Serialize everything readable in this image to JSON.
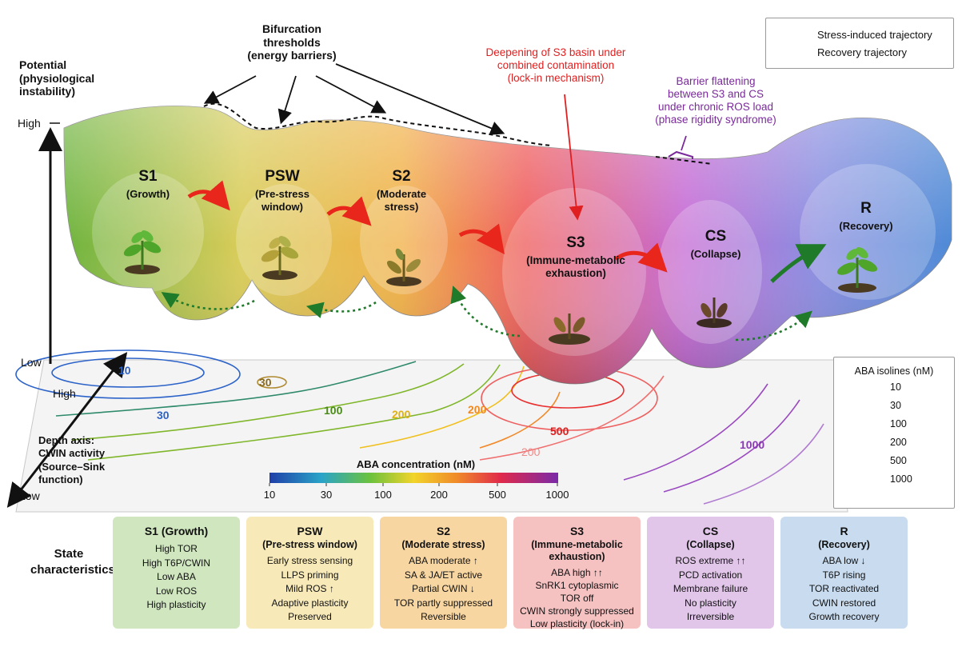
{
  "colors": {
    "s1": "#7bbd4a",
    "psw": "#e9c95a",
    "s2": "#f0a83e",
    "s3": "#ee5a5a",
    "cs": "#b26ad0",
    "r": "#5d93d6",
    "stress_arrow": "#e8261c",
    "recovery_arrow": "#1f7a2a",
    "annotation_red": "#e02020",
    "annotation_purple": "#7a2a9a"
  },
  "legend": {
    "stress": "Stress-induced trajectory",
    "recovery": "Recovery trajectory"
  },
  "axis": {
    "potential_title": [
      "Potential",
      "(physiological",
      "instability)"
    ],
    "high": "High",
    "low": "Low",
    "depth_high": "High",
    "depth_low": "Low",
    "depth_title": [
      "Depth axis:",
      "CWIN activity",
      "(Source–Sink",
      "function)"
    ]
  },
  "annotations": {
    "bifurcation": [
      "Bifurcation",
      "thresholds",
      "(energy barriers)"
    ],
    "deepening": [
      "Deepening of S3 basin under",
      "combined contamination",
      "(lock-in mechanism)"
    ],
    "flattening": [
      "Barrier flattening",
      "between S3 and CS",
      "under chronic ROS load",
      "(phase rigidity syndrome)"
    ]
  },
  "basins": [
    {
      "name": "S1",
      "sub": [
        "(Growth)"
      ]
    },
    {
      "name": "PSW",
      "sub": [
        "(Pre-stress",
        "window)"
      ]
    },
    {
      "name": "S2",
      "sub": [
        "(Moderate",
        "stress)"
      ]
    },
    {
      "name": "S3",
      "sub": [
        "(Immune-metabolic",
        "exhaustion)"
      ]
    },
    {
      "name": "CS",
      "sub": [
        "(Collapse)"
      ]
    },
    {
      "name": "R",
      "sub": [
        "(Recovery)"
      ]
    }
  ],
  "contour_labels": [
    "10",
    "30",
    "30",
    "100",
    "200",
    "200",
    "500",
    "200",
    "1000"
  ],
  "colorbar": {
    "title": "ABA concentration (nM)",
    "ticks": [
      "10",
      "30",
      "100",
      "200",
      "500",
      "1000"
    ]
  },
  "isolines": {
    "title": "ABA isolines (nM)",
    "items": [
      {
        "label": "10",
        "color": "#2c63c9"
      },
      {
        "label": "30",
        "color": "#2e8a6a"
      },
      {
        "label": "100",
        "color": "#7fb62a"
      },
      {
        "label": "200",
        "color": "#f0c020"
      },
      {
        "label": "500",
        "color": "#e83030"
      },
      {
        "label": "1000",
        "color": "#9a4ac0"
      }
    ]
  },
  "state_characteristics_label": [
    "State",
    "characteristics"
  ],
  "cards": [
    {
      "title": [
        "S1 (Growth)"
      ],
      "items": [
        "High TOR",
        "High T6P/CWIN",
        "Low ABA",
        "Low ROS",
        "High plasticity"
      ],
      "bg": "#cfe6bf"
    },
    {
      "title": [
        "PSW",
        "(Pre-stress window)"
      ],
      "items": [
        "Early stress sensing",
        "LLPS priming",
        "Mild ROS ↑",
        "Adaptive plasticity",
        "Preserved"
      ],
      "bg": "#f8eab8"
    },
    {
      "title": [
        "S2",
        "(Moderate stress)"
      ],
      "items": [
        "ABA moderate ↑",
        "SA & JA/ET active",
        "Partial CWIN ↓",
        "TOR partly suppressed",
        "Reversible"
      ],
      "bg": "#f8d6a2"
    },
    {
      "title": [
        "S3",
        "(Immune-metabolic",
        "exhaustion)"
      ],
      "items": [
        "ABA high ↑↑",
        "SnRK1 cytoplasmic",
        "TOR off",
        "CWIN strongly suppressed",
        "Low plasticity (lock-in)"
      ],
      "bg": "#f6c1c1"
    },
    {
      "title": [
        "CS",
        "(Collapse)"
      ],
      "items": [
        "ROS extreme ↑↑",
        "PCD activation",
        "Membrane failure",
        "No plasticity",
        "Irreversible"
      ],
      "bg": "#e1c6ea"
    },
    {
      "title": [
        "R",
        "(Recovery)"
      ],
      "items": [
        "ABA low ↓",
        "T6P rising",
        "TOR reactivated",
        "CWIN restored",
        "Growth recovery"
      ],
      "bg": "#c8dbef"
    }
  ]
}
